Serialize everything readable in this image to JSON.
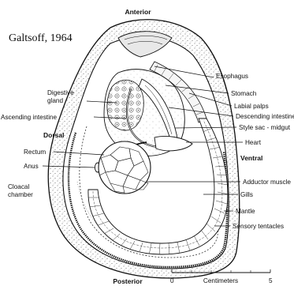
{
  "credit": "Galtsoff, 1964",
  "orientation": {
    "anterior": "Anterior",
    "posterior": "Posterior",
    "dorsal": "Dorsal",
    "ventral": "Ventral"
  },
  "labels_right": {
    "esophagus": "Esophagus",
    "stomach": "Stomach",
    "labial_palps": "Labial palps",
    "descending_intestine": "Descending intestine",
    "style_sac": "Style sac - midgut",
    "heart": "Heart",
    "adductor_muscle": "Adductor muscle",
    "gills": "Gills",
    "mantle": "Mantle",
    "sensory_tentacles": "Sensory tentacles"
  },
  "labels_left": {
    "digestive_gland_1": "Digestive",
    "digestive_gland_2": "gland",
    "ascending_intestine": "Ascending intestine",
    "rectum": "Rectum",
    "anus": "Anus",
    "cloacal_chamber_1": "Cloacal",
    "cloacal_chamber_2": "chamber"
  },
  "scale": {
    "start": "0",
    "unit": "Centimeters",
    "end": "5"
  }
}
